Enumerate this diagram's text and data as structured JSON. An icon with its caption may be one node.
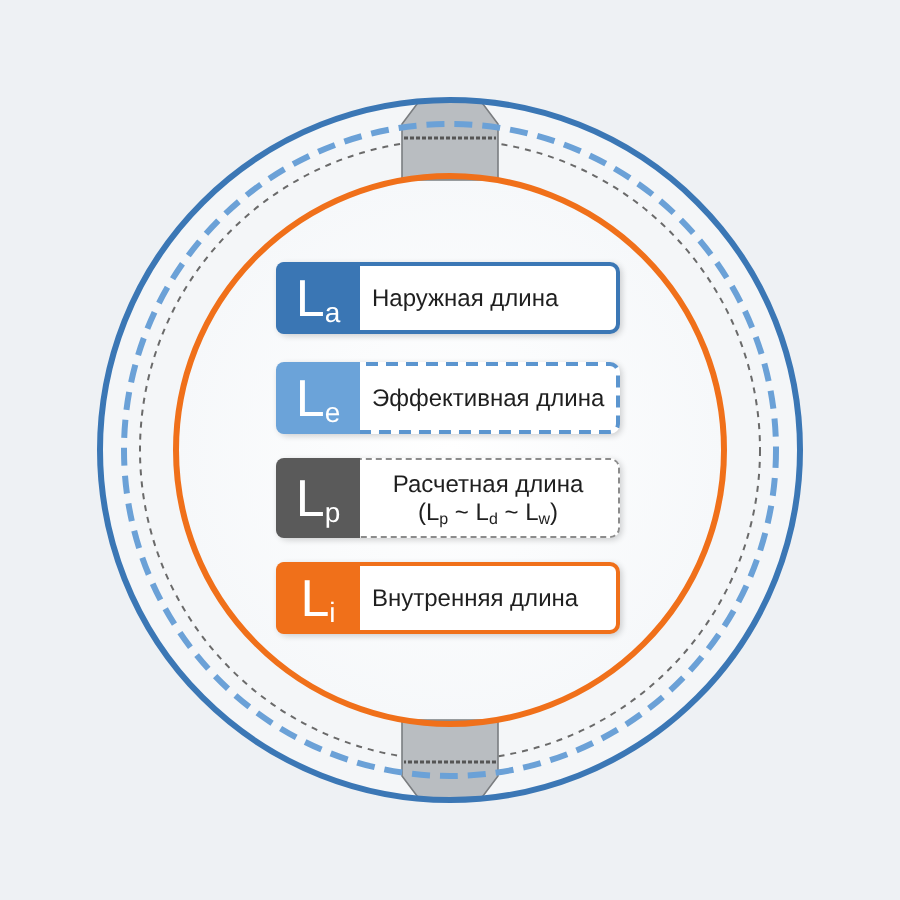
{
  "diagram": {
    "nodes": [
      {
        "text": [
          "L$_{a}$",
          "Наружная длина"
        ]
      },
      {
        "text": [
          "L$_{e}$",
          "Эффективная длина"
        ]
      },
      {
        "text": [
          "L$_{p}$",
          "Расчетная длина (L$_{p}$ ~ L$_{d}$ ~ L$_{w}$)"
        ]
      },
      {
        "text": [
          "L$_{i}$",
          "Внутренняя длина"
        ]
      }
    ]
  }
}
